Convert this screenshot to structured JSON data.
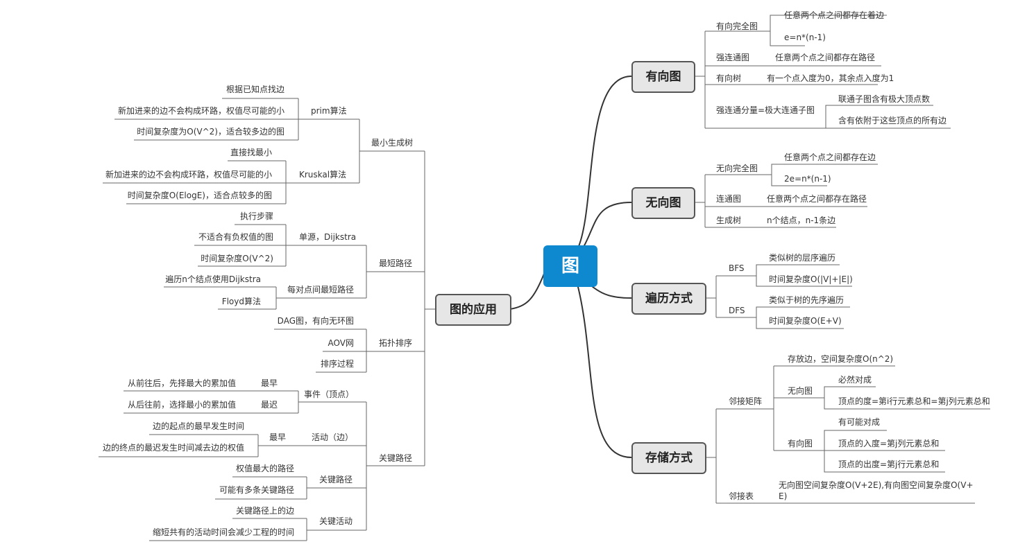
{
  "root": "图",
  "right": {
    "directed": {
      "title": "有向图",
      "complete": {
        "label": "有向完全图",
        "desc1": "任意两个点之间都存在着边",
        "desc2": "e=n*(n-1)"
      },
      "strong": {
        "label": "强连通图",
        "desc": "任意两个点之间都存在路径"
      },
      "tree": {
        "label": "有向树",
        "desc": "有一个点入度为0，其余点入度为1"
      },
      "component": {
        "label": "强连通分量=极大连通子图",
        "desc1": "联通子图含有极大顶点数",
        "desc2": "含有依附于这些顶点的所有边"
      }
    },
    "undirected": {
      "title": "无向图",
      "complete": {
        "label": "无向完全图",
        "desc1": "任意两个点之间都存在边",
        "desc2": "2e=n*(n-1)"
      },
      "connected": {
        "label": "连通图",
        "desc": "任意两个点之间都存在路径"
      },
      "spanning": {
        "label": "生成树",
        "desc": "n个结点，n-1条边"
      }
    },
    "traversal": {
      "title": "遍历方式",
      "bfs": {
        "label": "BFS",
        "desc1": "类似树的层序遍历",
        "desc2": "时间复杂度O(|V|+|E|)"
      },
      "dfs": {
        "label": "DFS",
        "desc1": "类似于树的先序遍历",
        "desc2": "时间复杂度O(E+V)"
      }
    },
    "storage": {
      "title": "存储方式",
      "matrix": {
        "label": "邻接矩阵",
        "edge": "存放边，空间复杂度O(n^2)",
        "undirected": {
          "label": "无向图",
          "d1": "必然对成",
          "d2": "顶点的度=第i行元素总和=第j列元素总和"
        },
        "directed": {
          "label": "有向图",
          "d1": "有可能对成",
          "d2": "顶点的入度=第j列元素总和",
          "d3": "顶点的出度=第j行元素总和"
        }
      },
      "list": {
        "label": "邻接表",
        "desc_line1": "无向图空间复杂度O(V+2E),有向图空间复杂度O(V+",
        "desc_line2": "E)"
      }
    }
  },
  "left": {
    "title": "图的应用",
    "mst": {
      "label": "最小生成树",
      "prim": {
        "label": "prim算法",
        "d1": "根据已知点找边",
        "d2": "新加进来的边不会构成环路，权值尽可能的小",
        "d3": "时间复杂度为O(V^2)，适合较多边的图"
      },
      "kruskal": {
        "label": "Kruskal算法",
        "d1": "直接找最小",
        "d2": "新加进来的边不会构成环路，权值尽可能的小",
        "d3": "时间复杂度O(ElogE)，适合点较多的图"
      }
    },
    "shortest": {
      "label": "最短路径",
      "single": {
        "label": "单源，Dijkstra",
        "d1": "执行步骤",
        "d2": "不适合有负权值的图",
        "d3": "时间复杂度O(V^2)"
      },
      "all": {
        "label": "每对点间最短路径",
        "d1": "遍历n个结点使用Dijkstra",
        "d2": "Floyd算法"
      }
    },
    "topo": {
      "label": "拓扑排序",
      "d1": "DAG图，有向无环图",
      "d2": "AOV网",
      "d3": "排序过程"
    },
    "critical": {
      "label": "关键路径",
      "event": {
        "label": "事件（顶点）",
        "early": "最早",
        "early_d": "从前往后，先择最大的累加值",
        "late": "最迟",
        "late_d": "从后往前，选择最小的累加值"
      },
      "activity": {
        "label": "活动（边）",
        "early": "最早",
        "d1": "边的起点的最早发生时间",
        "d2": "边的终点的最迟发生时间减去边的权值"
      },
      "path": {
        "label": "关键路径",
        "d1": "权值最大的路径",
        "d2": "可能有多条关键路径"
      },
      "act": {
        "label": "关键活动",
        "d1": "关键路径上的边",
        "d2": "缩短共有的活动时间会减少工程的时间"
      }
    }
  }
}
